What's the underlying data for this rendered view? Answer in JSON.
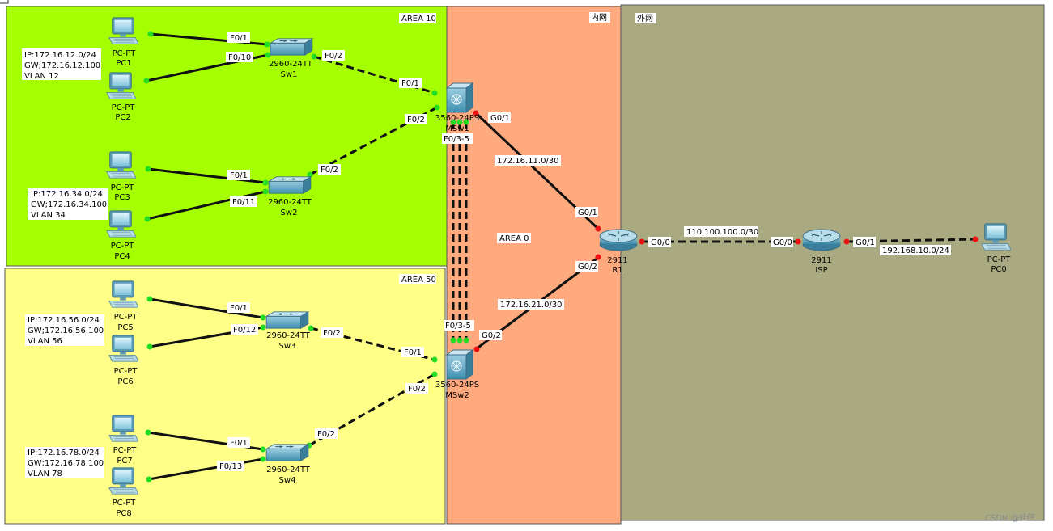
{
  "areas": {
    "area10": "AREA 10",
    "area50": "AREA 50",
    "inner": "内网",
    "outer": "外网",
    "area0": "AREA 0"
  },
  "colors": {
    "area10": "#a6ff00",
    "area50": "#ffff88",
    "inner": "#ffa97f",
    "outer": "#aaaa82",
    "link_up": "#22dd22",
    "link_down": "#ee1111"
  },
  "devices": {
    "pc1": {
      "model": "PC-PT",
      "name": "PC1"
    },
    "pc2": {
      "model": "PC-PT",
      "name": "PC2"
    },
    "pc3": {
      "model": "PC-PT",
      "name": "PC3"
    },
    "pc4": {
      "model": "PC-PT",
      "name": "PC4"
    },
    "pc5": {
      "model": "PC-PT",
      "name": "PC5"
    },
    "pc6": {
      "model": "PC-PT",
      "name": "PC6"
    },
    "pc7": {
      "model": "PC-PT",
      "name": "PC7"
    },
    "pc8": {
      "model": "PC-PT",
      "name": "PC8"
    },
    "pc0": {
      "model": "PC-PT",
      "name": "PC0"
    },
    "sw1": {
      "model": "2960-24TT",
      "name": "Sw1"
    },
    "sw2": {
      "model": "2960-24TT",
      "name": "Sw2"
    },
    "sw3": {
      "model": "2960-24TT",
      "name": "Sw3"
    },
    "sw4": {
      "model": "2960-24TT",
      "name": "Sw4"
    },
    "msw1": {
      "model": "3560-24PS",
      "name": "MSw1"
    },
    "msw2": {
      "model": "3560-24PS",
      "name": "MSw2"
    },
    "r1": {
      "model": "2911",
      "name": "R1"
    },
    "isp": {
      "model": "2911",
      "name": "ISP"
    }
  },
  "infos": {
    "vlan12": [
      "IP:172.16.12.0/24",
      "GW;172.16.12.100",
      "VLAN 12"
    ],
    "vlan34": [
      "IP:172.16.34.0/24",
      "GW;172.16.34.100",
      "VLAN 34"
    ],
    "vlan56": [
      "IP:172.16.56.0/24",
      "GW;172.16.56.100",
      "VLAN 56"
    ],
    "vlan78": [
      "IP:172.16.78.0/24",
      "GW;172.16.78.100",
      "VLAN 78"
    ]
  },
  "ports": {
    "pc1_sw1": "F0/1",
    "pc2_sw1": "F0/10",
    "sw1_up": "F0/2",
    "msw1_from_sw1": "F0/1",
    "pc3_sw2": "F0/1",
    "pc4_sw2": "F0/11",
    "sw2_up": "F0/2",
    "msw1_from_sw2": "F0/2",
    "msw1_g01": "G0/1",
    "msw1_trunk": "F0/3-5",
    "msw2_trunk": "F0/3-5",
    "msw2_g02": "G0/2",
    "r1_g01": "G0/1",
    "r1_g02": "G0/2",
    "r1_g00": "G0/0",
    "isp_g00": "G0/0",
    "isp_g01": "G0/1",
    "pc5_sw3": "F0/1",
    "pc6_sw3": "F0/12",
    "sw3_up": "F0/2",
    "msw2_from_sw3": "F0/1",
    "pc7_sw4": "F0/1",
    "pc8_sw4": "F0/13",
    "sw4_up": "F0/2",
    "msw2_from_sw4": "F0/2"
  },
  "networks": {
    "msw1_r1": "172.16.11.0/30",
    "msw2_r1": "172.16.21.0/30",
    "r1_isp": "110.100.100.0/30",
    "isp_pc0": "192.168.10.0/24"
  },
  "watermark": "CSDN @蛙仔"
}
